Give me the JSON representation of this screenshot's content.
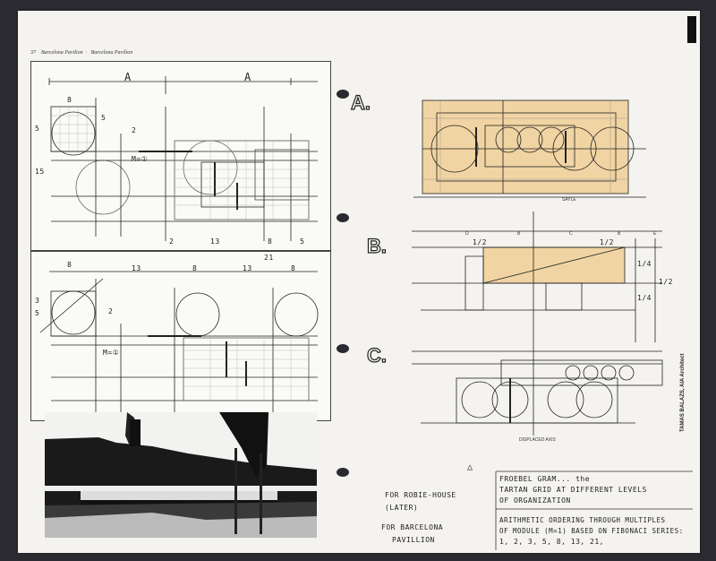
{
  "header": {
    "page_no": "37",
    "title_1": "Barcelona Pavilion",
    "title_2": "Barcelona Pavilion"
  },
  "top_plan": {
    "dims_top": [
      "A",
      "A"
    ],
    "left_marks": [
      "5",
      "15"
    ],
    "top_nums": [
      "8",
      "5",
      "2"
    ],
    "module": "M=①",
    "bottom_nums": [
      "2",
      "13",
      "8",
      "5"
    ]
  },
  "mid_plan": {
    "top_nums": [
      "8",
      "13",
      "8",
      "13",
      "8",
      "21"
    ],
    "left_marks": [
      "3",
      "5"
    ],
    "module": "M=①",
    "side_num": "2"
  },
  "photo_caption": "",
  "diagrams": {
    "a_label": "A.",
    "b_label": "B.",
    "c_label": "C.",
    "a_subtitle": "SAYLE",
    "b_top_letters": [
      "D",
      "B",
      "C",
      "B",
      "E"
    ],
    "b_fracs": [
      "1/2",
      "1/2",
      "1/4",
      "1/4",
      "1/2"
    ],
    "c_caption": "DISPLACED AXIS"
  },
  "side_credit": "TAMAS BALAZS, AIA Architect",
  "notes": {
    "triangle_a": "△",
    "robie_1": "FOR ROBIE-HOUSE",
    "robie_2": "(LATER)",
    "barcelona_1": "FOR BARCELONA",
    "barcelona_2": "PAVILLION",
    "froebel_1": "FROEBEL GRAM... the",
    "froebel_2": "TARTAN GRID AT DIFFERENT LEVELS",
    "froebel_3": "OF ORGANIZATION",
    "arith_1": "ARITHMETIC ORDERING THROUGH MULTIPLES",
    "arith_2": "OF MODULE (M=1) BASED ON FIBONACI SERIES:",
    "arith_3": "1, 2, 3, 5, 8, 13, 21,"
  },
  "colors": {
    "highlight": "#f0c98a",
    "ink": "#222222",
    "paper": "#f4f3ef"
  }
}
